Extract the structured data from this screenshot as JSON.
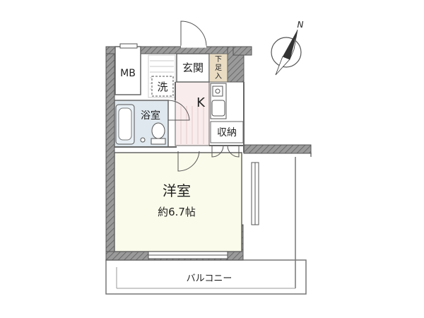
{
  "rooms": {
    "mb": "MB",
    "entrance": "玄関",
    "shoe_storage_lines": [
      "下",
      "足",
      "入"
    ],
    "washer": "洗",
    "kitchen": "K",
    "bathroom": "浴室",
    "storage": "収納",
    "western_room": "洋室",
    "western_room_size": "約6.7帖",
    "balcony": "バルコニー"
  },
  "compass": {
    "north": "N",
    "icon": "compass-icon"
  },
  "colors": {
    "wall": "#8f8f8f",
    "hatch": "#6a6a6a",
    "room_fill": "#fbfbeb",
    "kitchen_fill": "#f9ecec",
    "bath_fill": "#dfe8ee",
    "shoe_fill": "#e9dcc3"
  }
}
